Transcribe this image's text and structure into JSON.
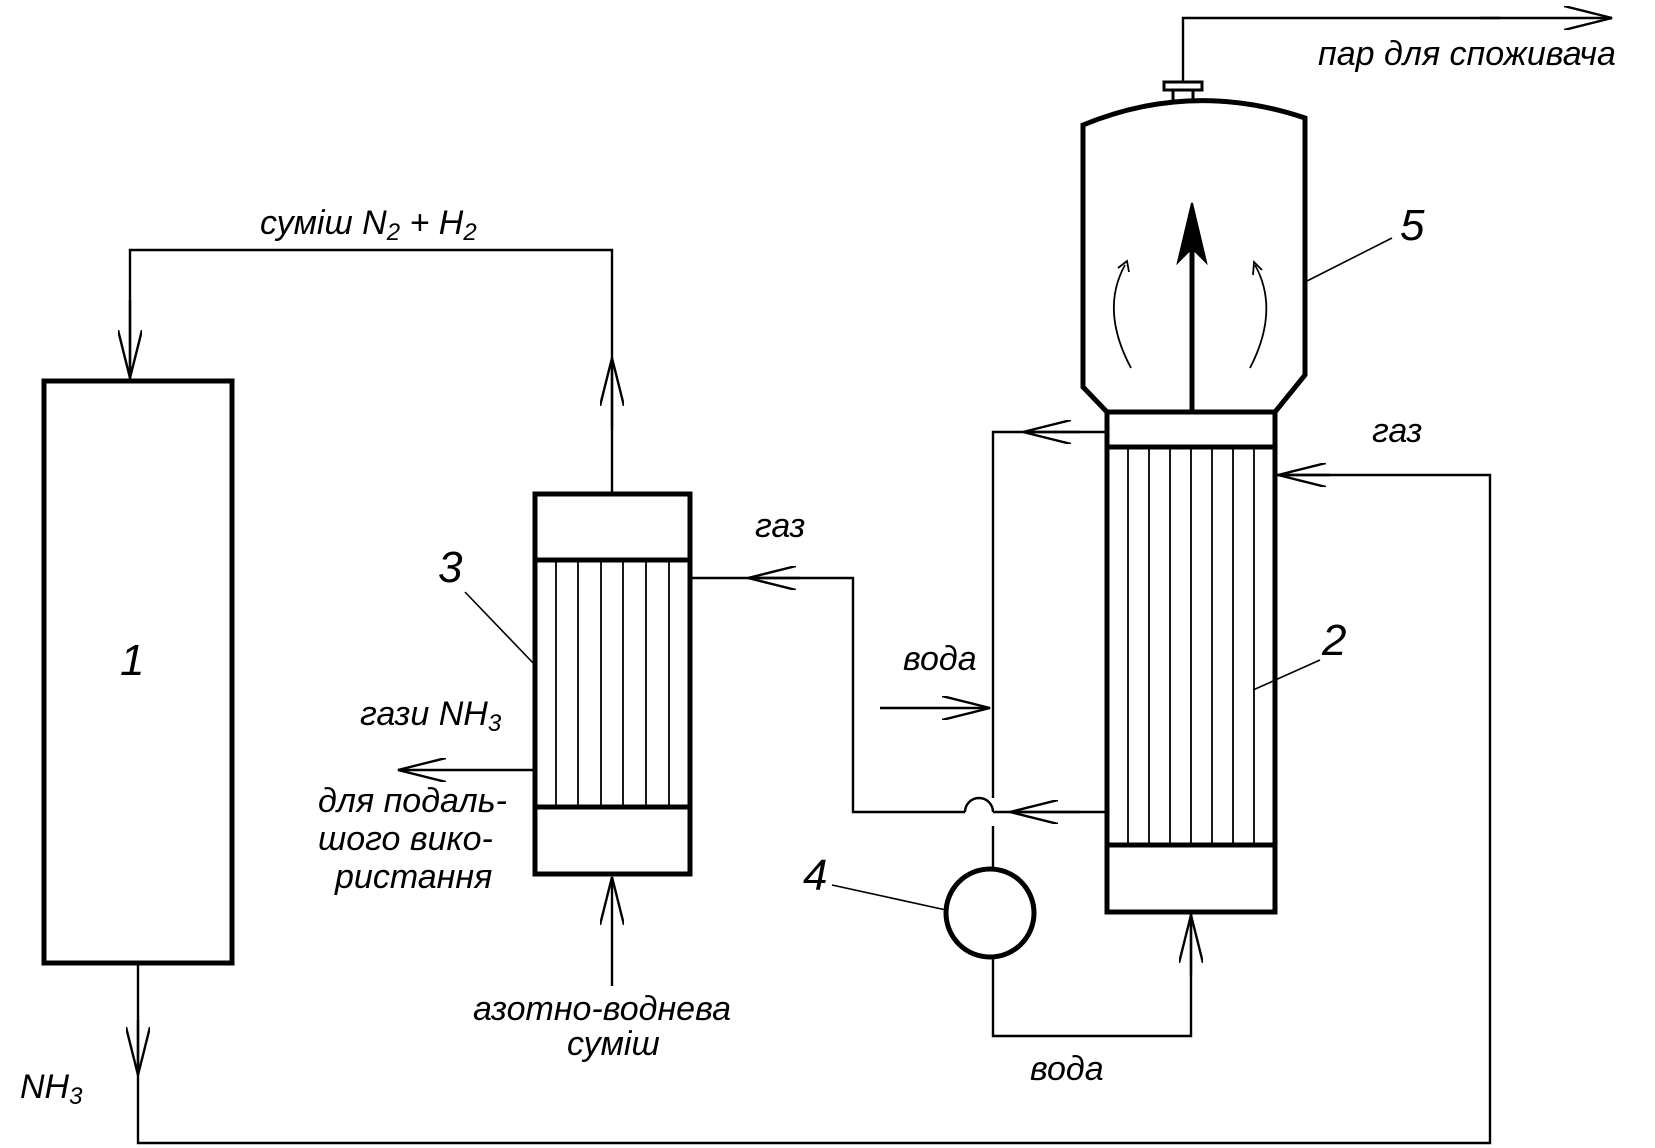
{
  "labels": {
    "unit_1": "1",
    "unit_2": "2",
    "unit_3": "3",
    "unit_4": "4",
    "unit_5": "5",
    "mix_top": "суміш N",
    "mix_top_sub1": "2",
    "mix_top_plus": " + H",
    "mix_top_sub2": "2",
    "steam": "пар для споживача",
    "gas_3": "газ",
    "gas_2": "газ",
    "water_in": "вода",
    "water_bottom": "вода",
    "nh3_gases": "гази NH",
    "nh3_gases_sub": "3",
    "further_1": "для подаль-",
    "further_2": "шого вико-",
    "further_3": "ристання",
    "feed_1": "азотно-воднева",
    "feed_2": "суміш",
    "nh3_out": "NH",
    "nh3_out_sub": "3"
  }
}
